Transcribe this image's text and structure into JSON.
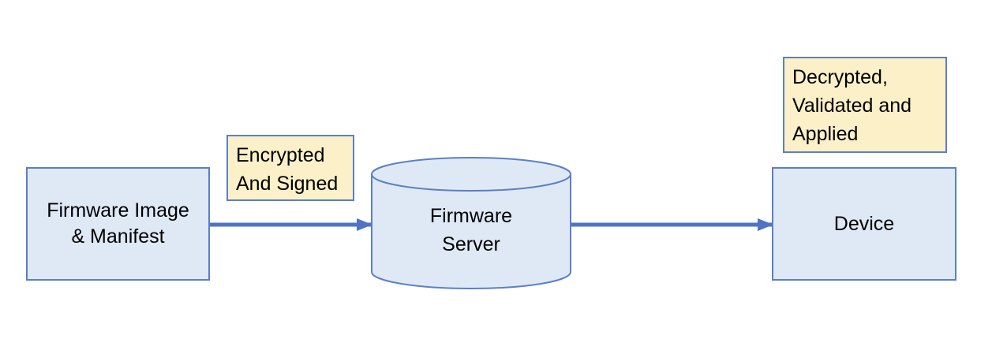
{
  "nodes": {
    "source": {
      "label": "Firmware Image\n& Manifest"
    },
    "server": {
      "label": "Firmware\nServer"
    },
    "device": {
      "label": "Device"
    }
  },
  "annotations": {
    "encrypted": "Encrypted\nAnd Signed",
    "decrypted": "Decrypted,\nValidated and\nApplied"
  },
  "colors": {
    "box_fill": "#dfe9f6",
    "box_border": "#5b7fc7",
    "note_fill": "#fcf0c8",
    "arrow": "#4f74c4"
  }
}
